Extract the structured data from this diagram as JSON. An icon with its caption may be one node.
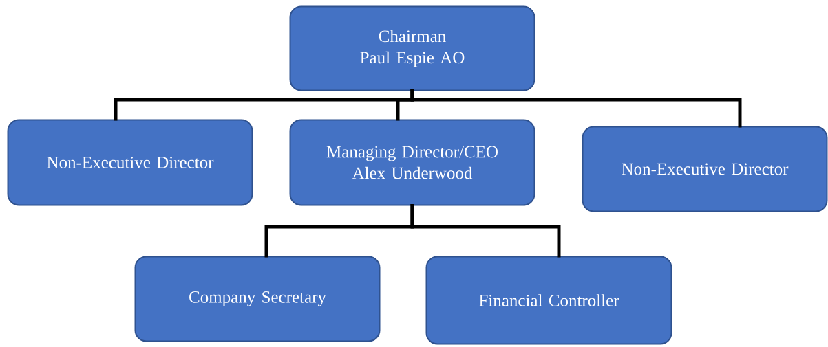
{
  "diagram": {
    "nodes": [
      {
        "text": [
          "Chairman",
          "Paul Espie AO"
        ]
      },
      {
        "text": [
          "Non-Executive Director"
        ]
      },
      {
        "text": [
          "Managing Director/CEO",
          "Alex Underwood"
        ]
      },
      {
        "text": [
          "Non-Executive Director"
        ]
      },
      {
        "text": [
          "Company Secretary"
        ]
      },
      {
        "text": [
          "Financial Controller"
        ]
      }
    ],
    "edges": [
      {
        "from": 0,
        "to": 1,
        "arrow": "none"
      },
      {
        "from": 0,
        "to": 2,
        "arrow": "none"
      },
      {
        "from": 0,
        "to": 3,
        "arrow": "none"
      },
      {
        "from": 2,
        "to": 4,
        "arrow": "none"
      },
      {
        "from": 2,
        "to": 5,
        "arrow": "none"
      }
    ]
  }
}
